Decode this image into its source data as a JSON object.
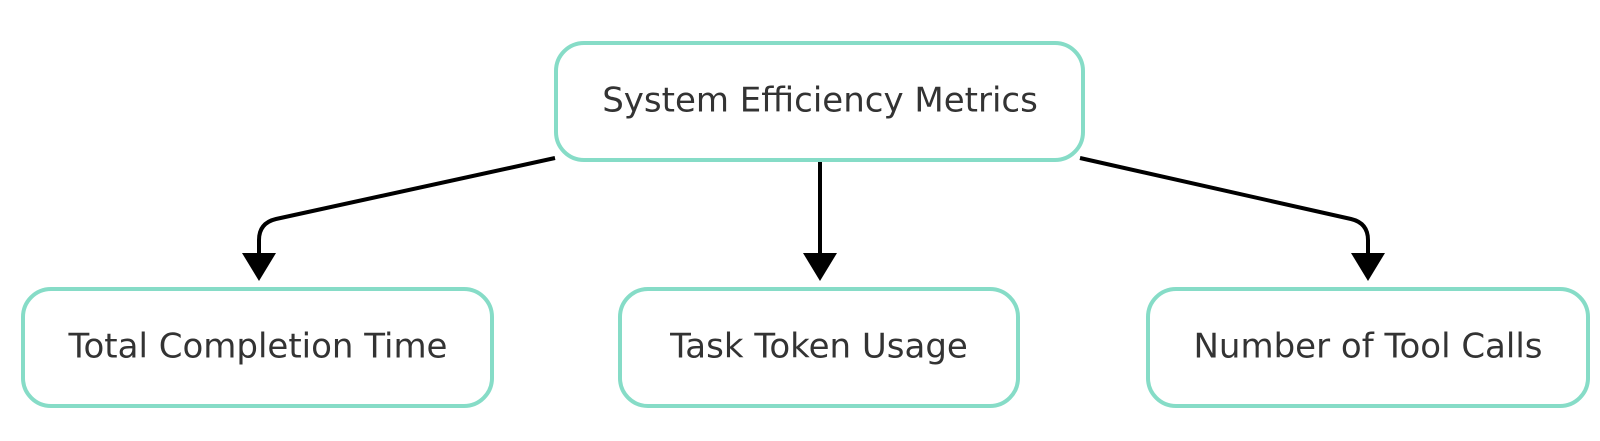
{
  "diagram": {
    "root": {
      "label": "System Efficiency Metrics"
    },
    "children": [
      {
        "label": "Total Completion Time"
      },
      {
        "label": "Task Token Usage"
      },
      {
        "label": "Number of Tool Calls"
      }
    ]
  },
  "colors": {
    "node_border": "#86dcc7",
    "node_fill": "#ffffff",
    "text": "#333333",
    "edge": "#000000"
  }
}
